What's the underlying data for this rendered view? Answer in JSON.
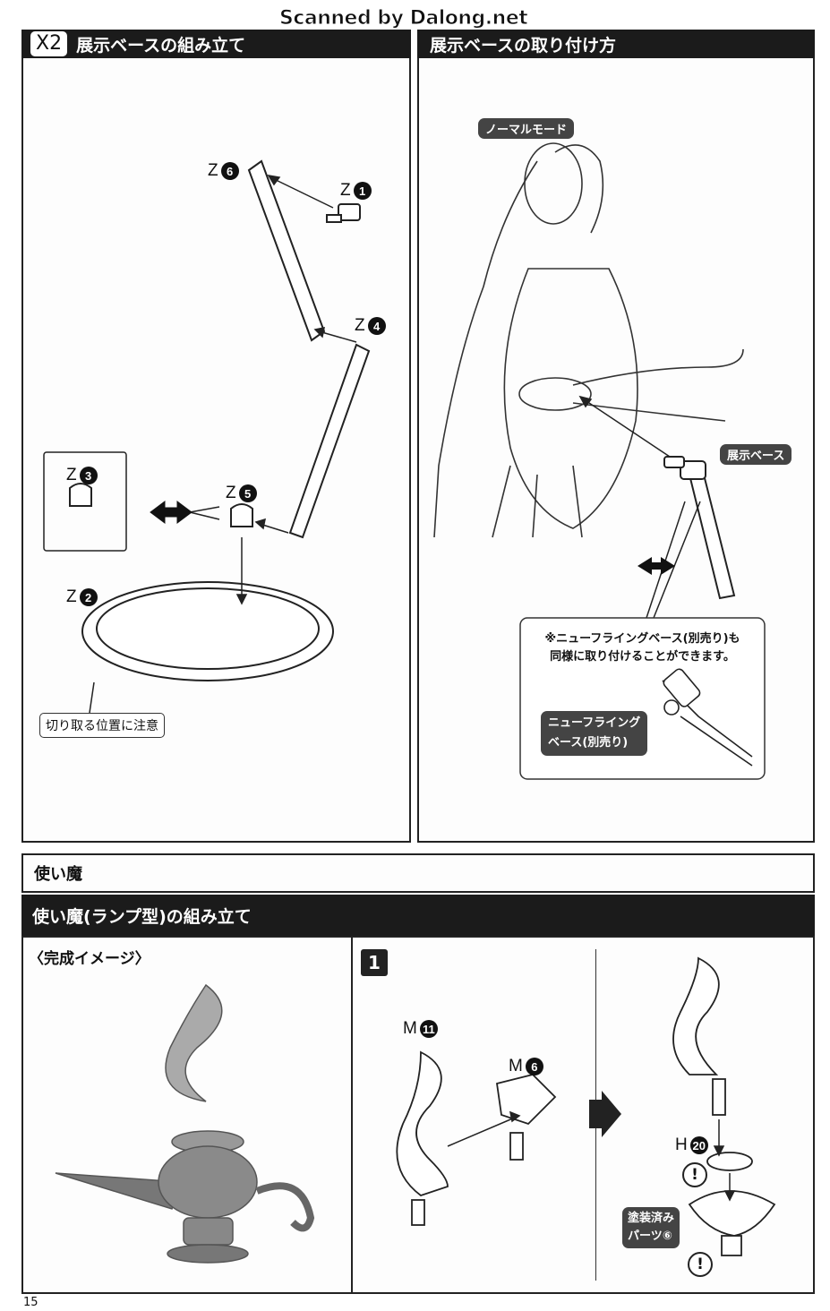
{
  "watermark": "Scanned by Dalong.net",
  "top_left": {
    "badge": "X2",
    "title": "展示ベースの組み立て",
    "parts": {
      "z6": {
        "letter": "Z",
        "num": "6"
      },
      "z1": {
        "letter": "Z",
        "num": "1"
      },
      "z4": {
        "letter": "Z",
        "num": "4"
      },
      "z3": {
        "letter": "Z",
        "num": "3"
      },
      "z5": {
        "letter": "Z",
        "num": "5"
      },
      "z2": {
        "letter": "Z",
        "num": "2"
      }
    },
    "caution": "切り取る位置に注意"
  },
  "top_right": {
    "title": "展示ベースの取り付け方",
    "mode_tag": "ノーマルモード",
    "base_tag": "展示ベース",
    "note_line1": "※ニューフライングベース(別売り)も",
    "note_line2": "同様に取り付けることができます。",
    "nfb_tag_line1": "ニューフライング",
    "nfb_tag_line2": "ベース(別売り)"
  },
  "section": {
    "label": "使い魔",
    "bar_title": "使い魔(ランプ型)の組み立て"
  },
  "bottom_left": {
    "title": "〈完成イメージ〉"
  },
  "bottom_right": {
    "step": "1",
    "parts": {
      "m11": {
        "letter": "M",
        "num": "11"
      },
      "m6": {
        "letter": "M",
        "num": "6"
      },
      "h20": {
        "letter": "H",
        "num": "20"
      }
    },
    "painted_line1": "塗装済み",
    "painted_line2": "パーツ⑥",
    "warn": "!"
  },
  "page_number": "15"
}
